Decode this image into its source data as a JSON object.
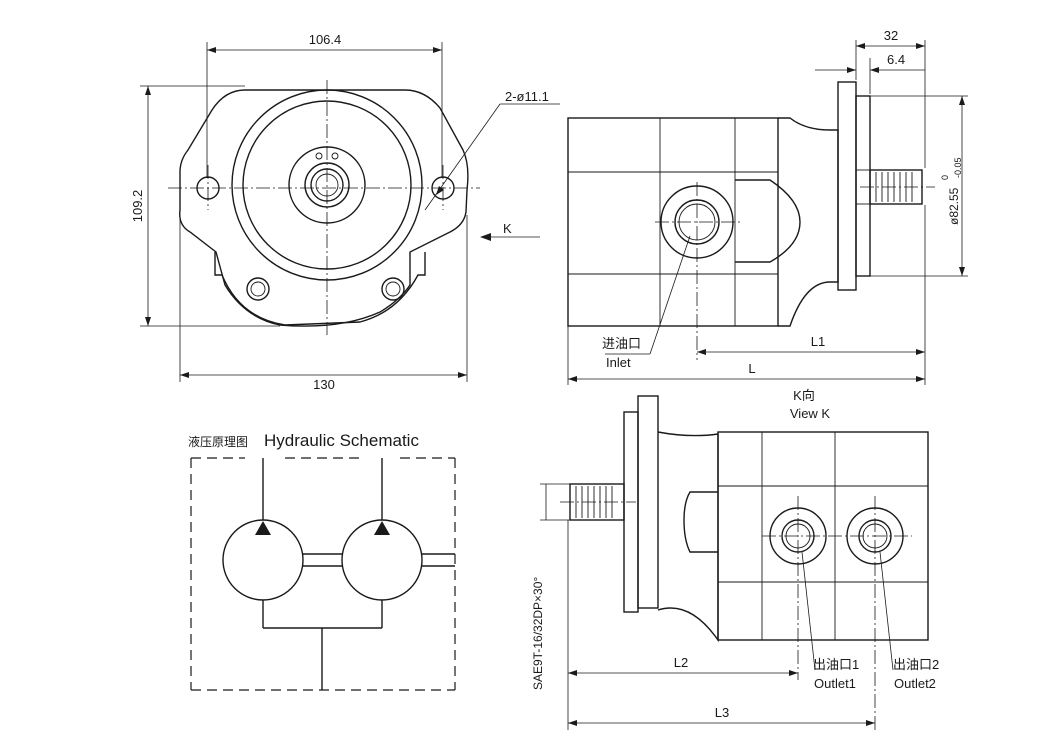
{
  "front_view": {
    "dim_width_top": "106.4",
    "dim_height": "109.2",
    "dim_width_bottom": "130",
    "hole_callout": "2-ø11.1",
    "view_arrow_label": "K"
  },
  "side_view": {
    "dim_32": "32",
    "dim_6_4": "6.4",
    "pilot_dia_main": "ø82.55",
    "pilot_tol_upper": "0",
    "pilot_tol_lower": "-0.05",
    "inlet_cn": "进油口",
    "inlet_en": "Inlet",
    "dim_L1": "L1",
    "dim_L": "L"
  },
  "schematic": {
    "title_cn": "液压原理图",
    "title_en": "Hydraulic Schematic"
  },
  "view_k": {
    "title_cn": "K向",
    "title_en": "View K",
    "spline": "SAE9T-16/32DP×30°",
    "dim_L2": "L2",
    "dim_L3": "L3",
    "outlet1_cn": "出油口1",
    "outlet1_en": "Outlet1",
    "outlet2_cn": "出油口2",
    "outlet2_en": "Outlet2"
  }
}
